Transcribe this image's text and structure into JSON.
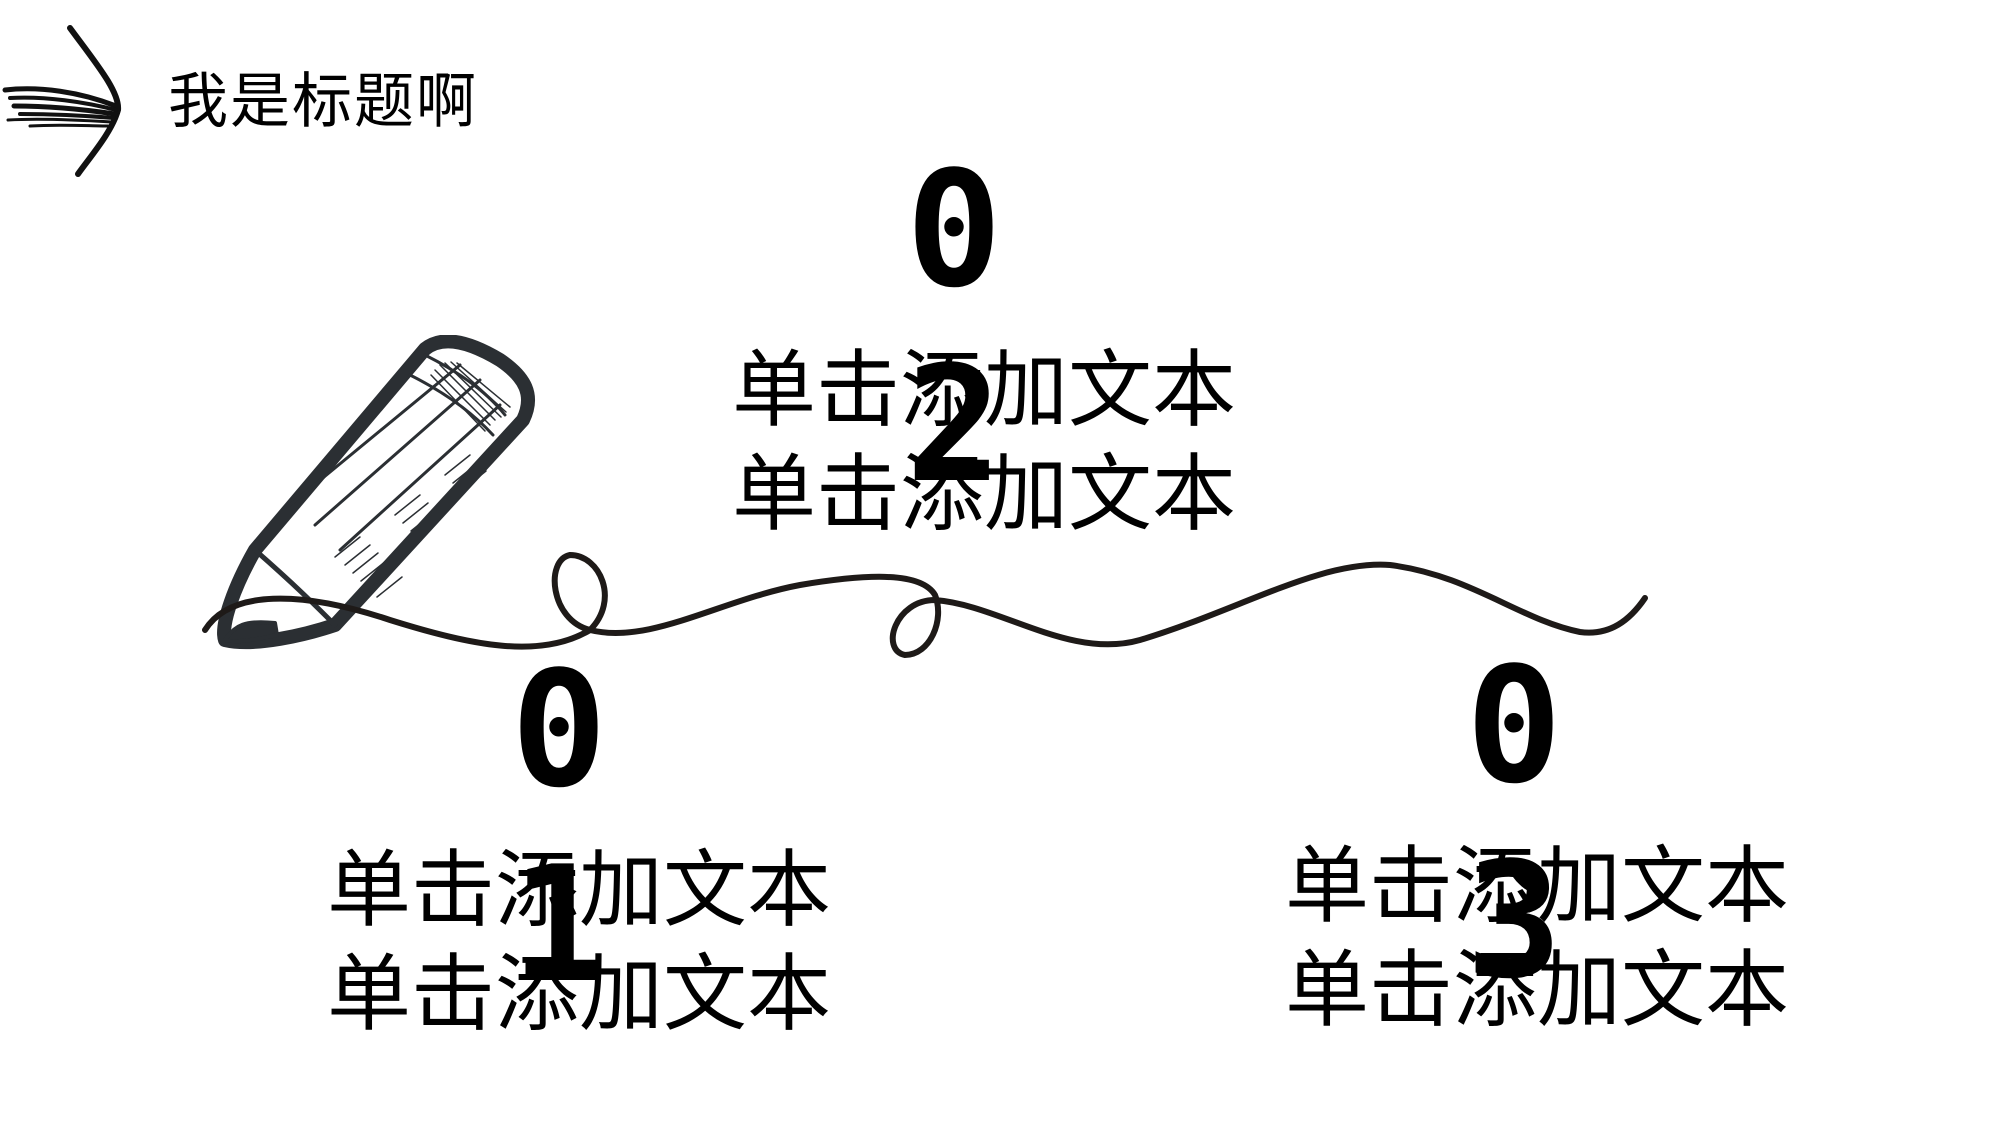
{
  "title": "我是标题啊",
  "icons": [
    "arrow-icon",
    "pencil-icon",
    "squiggle-line"
  ],
  "items": [
    {
      "number": "01",
      "line1": "单击添加文本",
      "line2": "单击添加文本"
    },
    {
      "number": "02",
      "line1": "单击添加文本",
      "line2": "单击添加文本"
    },
    {
      "number": "03",
      "line1": "单击添加文本",
      "line2": "单击添加文本"
    }
  ]
}
